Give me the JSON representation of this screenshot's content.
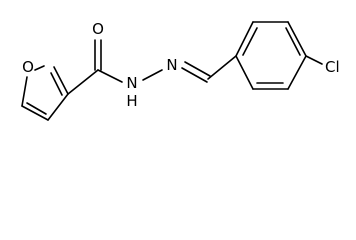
{
  "structure": {
    "atoms": {
      "furan_oxygen": "O",
      "carbonyl_oxygen": "O",
      "amide_nitrogen": "N",
      "amide_hydrogen": "H",
      "imine_nitrogen": "N",
      "chlorine": "Cl"
    }
  }
}
